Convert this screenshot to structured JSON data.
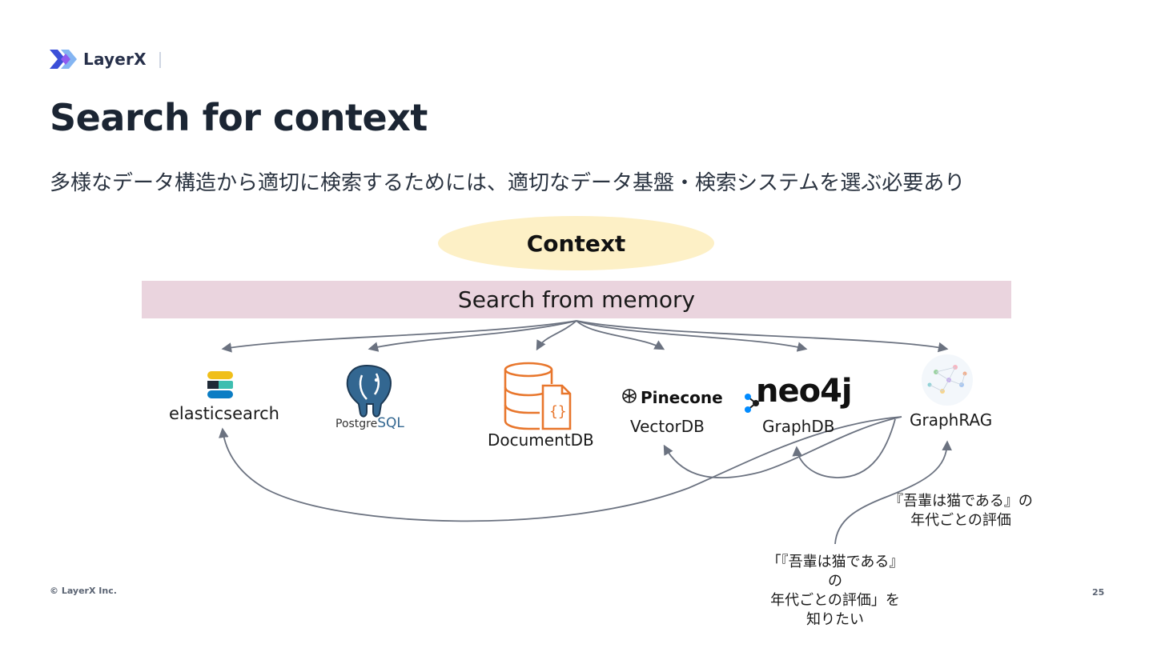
{
  "header": {
    "brand": "LayerX",
    "title": "Search for context",
    "subtitle": "多様なデータ構造から適切に検索するためには、適切なデータ基盤・検索システムを選ぶ必要あり"
  },
  "diagram": {
    "context_label": "Context",
    "search_label": "Search from memory",
    "stores": {
      "elasticsearch": "elasticsearch",
      "postgres_pre": "Postgre",
      "postgres_post": "SQL",
      "document_db": "DocumentDB",
      "pinecone": "Pinecone",
      "vector_db": "VectorDB",
      "neo4j": "neo4j",
      "graph_db": "GraphDB",
      "graph_rag": "GraphRAG"
    },
    "notes": {
      "right": [
        "『吾輩は猫である』の",
        "年代ごとの評価"
      ],
      "bottom": [
        "「『吾輩は猫である』",
        "の",
        "年代ごとの評価」を",
        "知りたい"
      ]
    }
  },
  "footer": {
    "copyright": "© LayerX Inc.",
    "page_number": "25"
  },
  "colors": {
    "arrow": "#6b7280",
    "context_fill": "#fdf0c6",
    "search_fill": "#ead4de",
    "elastic_yellow": "#f0bf1a",
    "elastic_teal": "#3ebeb0",
    "elastic_blue": "#0b7dc4",
    "postgres_blue": "#336791",
    "aws_orange": "#e8762c",
    "neo4j_blue": "#018bff"
  }
}
